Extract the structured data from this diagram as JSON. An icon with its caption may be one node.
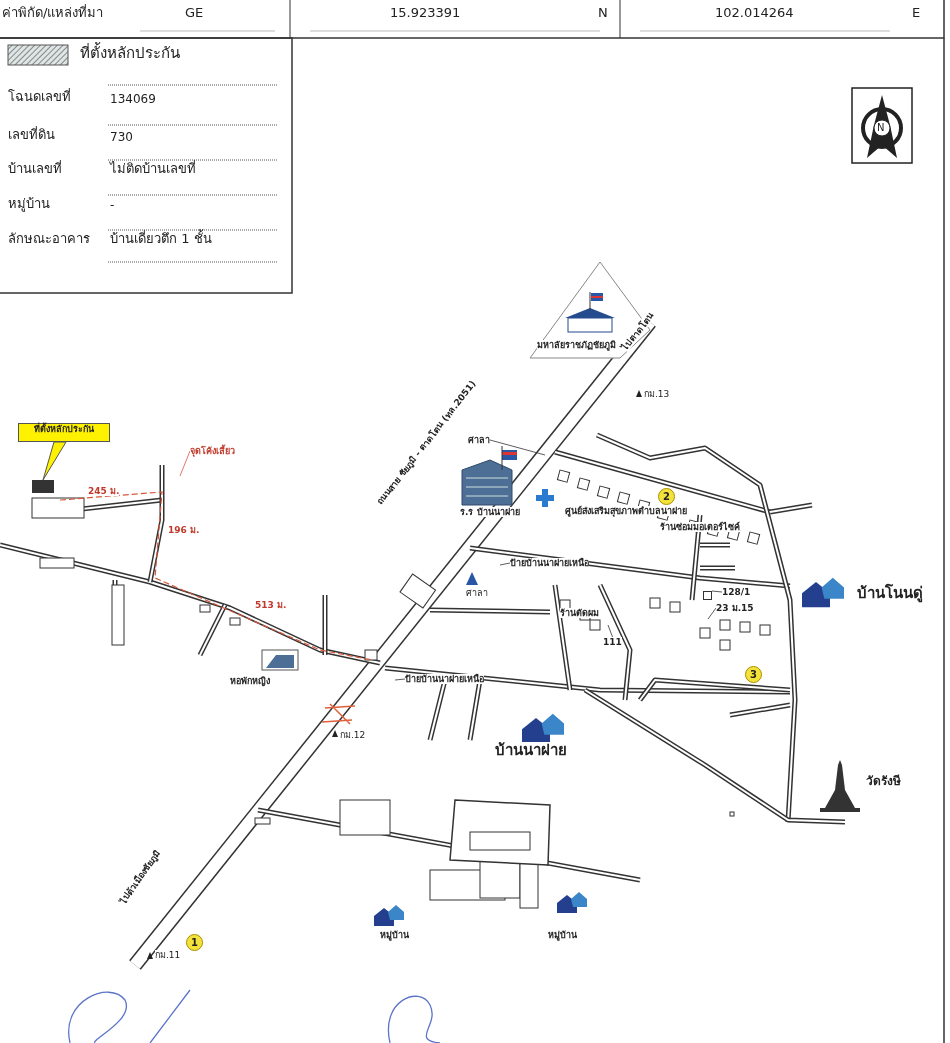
{
  "diagram": {
    "nodes": [
      {
        "text": [
          "ที่ตั้งหลักประกัน"
        ]
      },
      {
        "text": [],
        "shape": "box"
      },
      {
        "text": [
          "จุดโค้งเลี้ยว"
        ]
      },
      {
        "text": [
          "ศาลา"
        ]
      },
      {
        "text": [
          "ป้ายบ้านนาฝายเหนือ"
        ]
      },
      {
        "text": [
          "ป้ายบ้านนาฝายเหนือ"
        ]
      },
      {
        "text": [
          "128/1"
        ]
      },
      {
        "text": [
          "23 ม.15"
        ]
      },
      {
        "text": [
          "111"
        ]
      },
      {
        "text": [],
        "shape": "box"
      }
    ],
    "edges": [
      {
        "from": 0,
        "to": 1,
        "arrow": "to"
      },
      {
        "from": 2,
        "to": null,
        "arrow": "none",
        "color": "#d9573b"
      },
      {
        "from": 3,
        "to": null,
        "arrow": "none"
      },
      {
        "from": 4,
        "to": null,
        "arrow": "none"
      },
      {
        "from": 5,
        "to": null,
        "arrow": "none"
      },
      {
        "from": 6,
        "to": 9,
        "arrow": "none"
      },
      {
        "from": 7,
        "to": null,
        "arrow": "none"
      },
      {
        "from": 8,
        "to": null,
        "arrow": "none"
      }
    ],
    "labels": [
      "ค่าพิกัด/แหล่งที่มา",
      "GE",
      "15.923391",
      "N",
      "102.014264",
      "E",
      "โฉนดเลขที่",
      "134069",
      "เลขที่ดิน",
      "730",
      "บ้านเลขที่",
      "ไม่ติดบ้านเลขที่",
      "หมู่บ้าน",
      "-",
      "ลักษณะอาคาร",
      "บ้านเดี่ยวตึก 1 ชั้น",
      "N",
      "มหาลัยราชภัฏชัยภูมิ",
      "ไปตาดโตน",
      "กม.13",
      "245 ม.",
      "196 ม.",
      "513 ม.",
      "ร.ร บ้านนาฝาย",
      "ศูนย์ส่งเสริมสุขภาพตำบลนาฝาย",
      "2",
      "ร้านซ่อมมอเตอร์ไซค์",
      "ถนนสาย ชัยภูมิ - ตาดโตน (ทล.2051)",
      "ศาลา",
      "บ้านโนนดู่",
      "ร้านตัดผม",
      "หอพักหญิง",
      "3",
      "กม.12",
      "บ้านนาฝาย",
      "วัดรังษี",
      "ไปตัวเมืองชัยภูมิ",
      "1",
      "กม.11",
      "หมู่บ้าน",
      "หมู่บ้าน"
    ],
    "legend": [
      {
        "text": "ที่ตั้งหลักประกัน"
      }
    ]
  }
}
